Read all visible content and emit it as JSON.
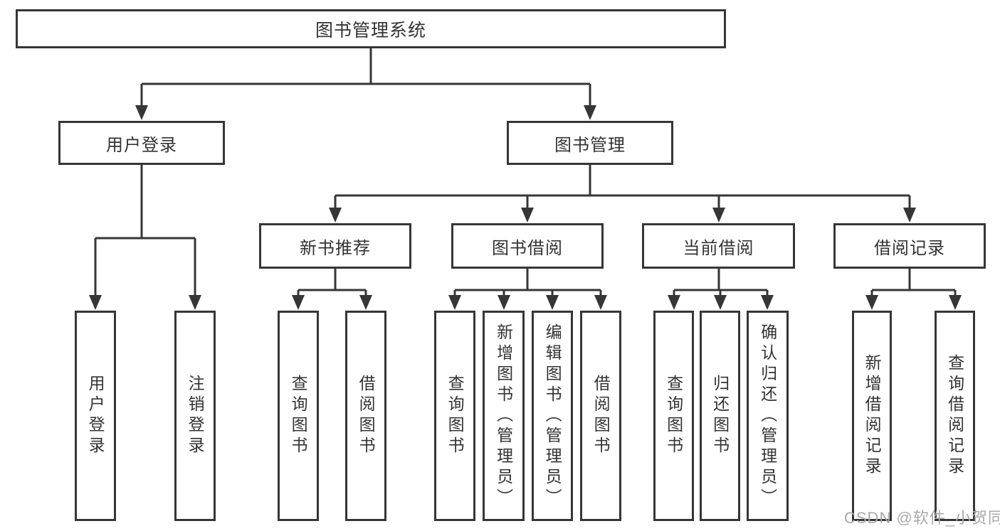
{
  "tree": {
    "root": {
      "label": "图书管理系统"
    },
    "branches": [
      {
        "label": "用户登录",
        "children": [
          {
            "label": "用户登录"
          },
          {
            "label": "注销登录"
          }
        ]
      },
      {
        "label": "图书管理",
        "children": [
          {
            "label": "新书推荐",
            "children": [
              {
                "label": "查询图书"
              },
              {
                "label": "借阅图书"
              }
            ]
          },
          {
            "label": "图书借阅",
            "children": [
              {
                "label": "查询图书"
              },
              {
                "label": "新增图书（管理员）"
              },
              {
                "label": "编辑图书（管理员）"
              },
              {
                "label": "借阅图书"
              }
            ]
          },
          {
            "label": "当前借阅",
            "children": [
              {
                "label": "查询图书"
              },
              {
                "label": "归还图书"
              },
              {
                "label": "确认归还（管理员）"
              }
            ]
          },
          {
            "label": "借阅记录",
            "children": [
              {
                "label": "新增借阅记录"
              },
              {
                "label": "查询借阅记录"
              }
            ]
          }
        ]
      }
    ]
  },
  "watermark": {
    "text": "CSDN @软件_小贺同学"
  },
  "colors": {
    "line": "#363636",
    "box_border": "#363636",
    "text": "#333333",
    "background": "#ffffff",
    "watermark": "#a9a9a9"
  }
}
